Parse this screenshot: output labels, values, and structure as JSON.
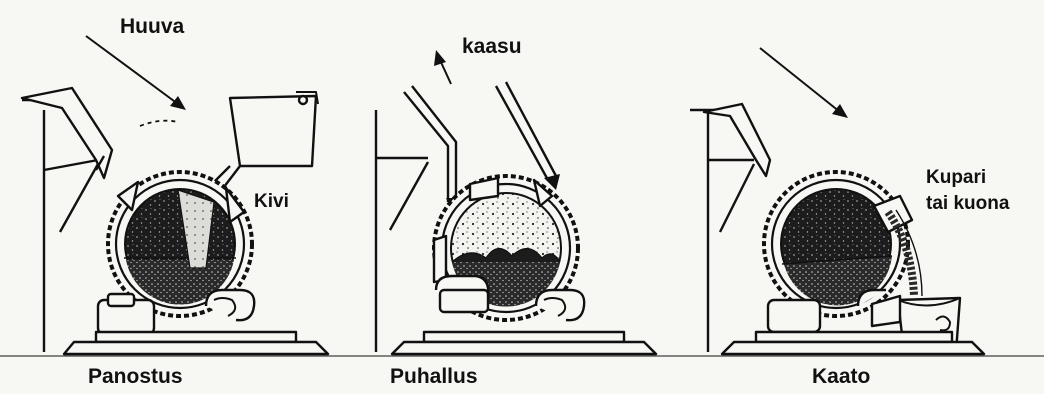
{
  "labels": {
    "huuva": "Huuva",
    "kaasu": "kaasu",
    "kivi": "Kivi",
    "kupari_line1": "Kupari",
    "kupari_line2": "tai kuona"
  },
  "stages": [
    {
      "caption": "Panostus"
    },
    {
      "caption": "Puhallus"
    },
    {
      "caption": "Kaato"
    }
  ],
  "colors": {
    "ink": "#111111",
    "paper": "#f7f7f4",
    "melt": "#1a1a1a"
  }
}
